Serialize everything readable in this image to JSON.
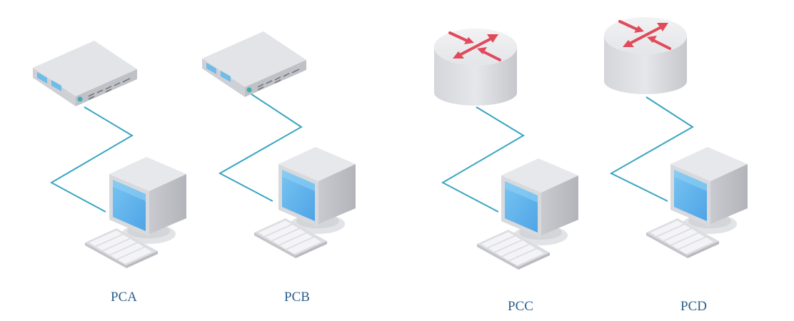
{
  "labels": {
    "pca": "PCA",
    "pcb": "PCB",
    "pcc": "PCC",
    "pcd": "PCD"
  },
  "icons": {
    "switch": "switch-icon",
    "router": "router-icon",
    "computer": "computer-icon",
    "keyboard": "keyboard-icon"
  },
  "colors": {
    "cable": "#3aa5c0",
    "router_arrow": "#e04a5a",
    "screen": "#5fb2ea",
    "label_text": "#2d5f8a"
  }
}
